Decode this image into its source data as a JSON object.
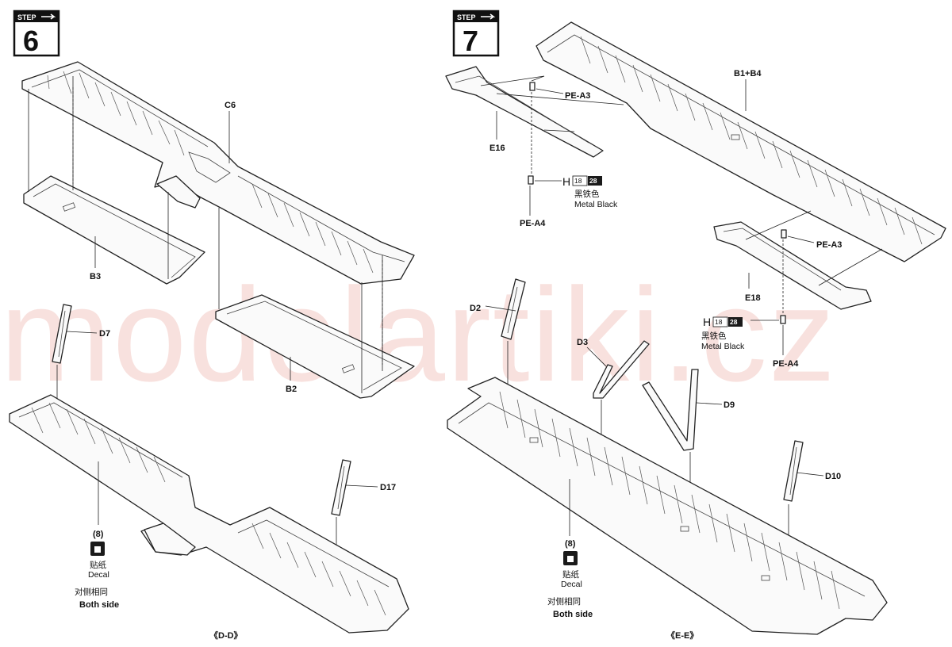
{
  "watermark": "modelartiki.cz",
  "steps": [
    {
      "label": "STEP",
      "number": "6"
    },
    {
      "label": "STEP",
      "number": "7"
    }
  ],
  "step6": {
    "parts": {
      "c6": "C6",
      "b3": "B3",
      "b2": "B2",
      "d7": "D7",
      "d17": "D17"
    },
    "decal": {
      "number": "(8)",
      "label_cn": "贴纸",
      "label_en": "Decal",
      "note_cn": "对侧相同",
      "note_en": "Both side"
    },
    "view_caption": "《D-D》"
  },
  "step7": {
    "parts": {
      "b1_b4": "B1+B4",
      "e16": "E16",
      "e18": "E18",
      "pe_a3_top": "PE-A3",
      "pe_a4_top": "PE-A4",
      "pe_a3_bottom": "PE-A3",
      "pe_a4_bottom": "PE-A4",
      "d2": "D2",
      "d3": "D3",
      "d9": "D9",
      "d10": "D10"
    },
    "paint_callouts": [
      {
        "prefix": "H",
        "code1": "18",
        "code2": "28",
        "name_cn": "黑铁色",
        "name_en": "Metal  Black"
      },
      {
        "prefix": "H",
        "code1": "18",
        "code2": "28",
        "name_cn": "黑铁色",
        "name_en": "Metal  Black"
      }
    ],
    "decal": {
      "number": "(8)",
      "label_cn": "贴纸",
      "label_en": "Decal",
      "note_cn": "对侧相同",
      "note_en": "Both side"
    },
    "view_caption": "《E-E》"
  },
  "colors": {
    "ink": "#111111",
    "paper": "#ffffff",
    "watermark": "#f3c9c4",
    "badge": "#1a1a1a"
  }
}
